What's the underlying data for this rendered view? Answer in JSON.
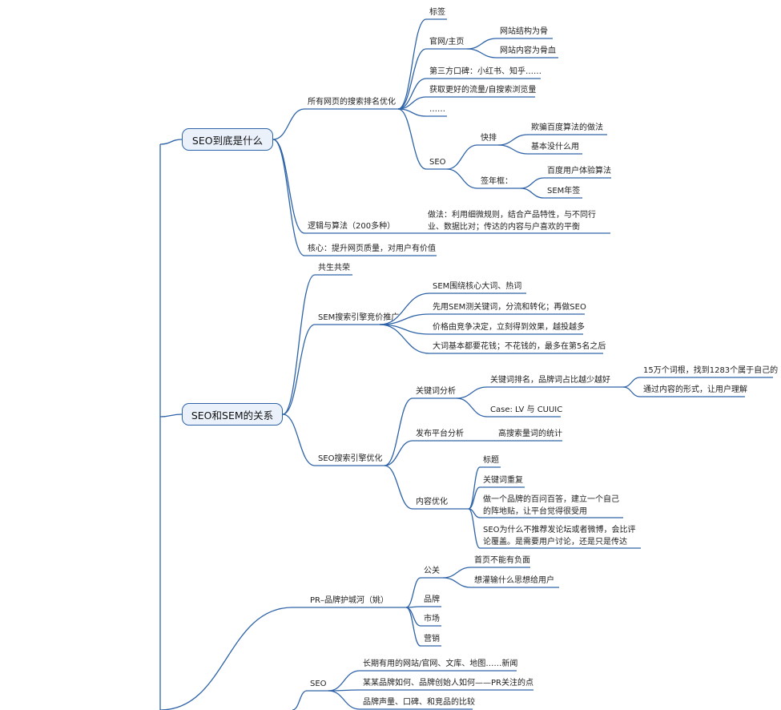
{
  "mindmap": {
    "hub1": {
      "label": "SEO到底是什么",
      "b1": {
        "label": "所有网页的搜索排名优化",
        "items": [
          "标签",
          "官网/主页",
          "网站结构为骨",
          "网站内容为骨血",
          "第三方口碑：小红书、知乎……",
          "获取更好的流量/自搜索浏览量",
          "……",
          "SEO",
          "快排",
          "欺骗百度算法的做法",
          "基本没什么用",
          "签年框：",
          "百度用户体验算法",
          "SEM年签"
        ]
      },
      "b2": {
        "label": "逻辑与算法（200多种）",
        "detail": "做法：利用细微规则，结合产品特性，与不同行业、数据比对；传达的内容与户喜欢的平衡"
      },
      "b3": {
        "label": "核心：提升网页质量，对用户有价值"
      }
    },
    "hub2": {
      "label": "SEO和SEM的关系",
      "b1": {
        "label": "共生共荣"
      },
      "b2": {
        "label": "SEM搜索引擎竞价推广",
        "items": [
          "SEM围绕核心大词、热词",
          "先用SEM测关键词，分流和转化；再做SEO",
          "价格由竞争决定，立刻得到效果，越投越多",
          "大词基本都要花钱；不花钱的，最多在第5名之后"
        ]
      },
      "b3": {
        "label": "SEO搜索引擎优化",
        "kw": "关键词分析",
        "kw_rank": "关键词排名，品牌词占比越少越好",
        "kw_rank_a": "15万个词根，找到1283个属于自己的",
        "kw_rank_b": "通过内容的形式，让用户理解",
        "kw_case": "Case: LV 与 CUUIC",
        "pub": "发布平台分析",
        "pub_a": "高搜索量词的统计",
        "content": "内容优化",
        "content_a": "标题",
        "content_b": "关键词重复",
        "content_c": "做一个品牌的百问百答，建立一个自己的阵地贴，让平台觉得很受用",
        "content_d": "SEO为什么不推荐发论坛或者微博，会比评论覆盖。是需要用户讨论，还是只是传达"
      }
    },
    "hub3": {
      "pr": "PR–品牌护城河（姚）",
      "pr_gg": "公关",
      "pr_gg_a": "首页不能有负面",
      "pr_gg_b": "想灌输什么思想给用户",
      "pr_brand": "品牌",
      "pr_market": "市场",
      "pr_sales": "营销",
      "seo": "SEO",
      "seo_a": "长期有用的网站/官网、文库、地图……新闻",
      "seo_b": "某某品牌如何、品牌创始人如何——PR关注的点",
      "seo_c": "品牌声量、口碑、和竞品的比较"
    },
    "colors": {
      "line": "#2e63a8",
      "hub_fill": "#eaf1fb"
    }
  }
}
